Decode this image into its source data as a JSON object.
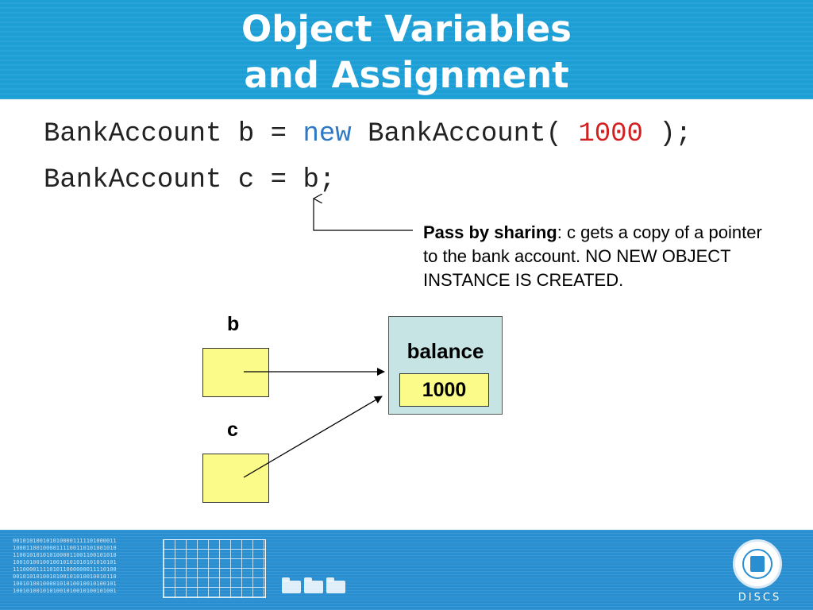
{
  "slide": {
    "title_line1": "Object Variables",
    "title_line2": "and Assignment"
  },
  "code": {
    "line1": {
      "prefix": "BankAccount b = ",
      "keyword": "new",
      "middle": " BankAccount( ",
      "number": "1000",
      "suffix": " );"
    },
    "line2": "BankAccount c = b;"
  },
  "note": {
    "bold": "Pass by sharing",
    "text": ": c gets a copy of a pointer to the bank account. NO NEW OBJECT INSTANCE IS CREATED."
  },
  "diagram": {
    "var_b": "b",
    "var_c": "c",
    "object_field": "balance",
    "object_value": "1000"
  },
  "footer": {
    "logo_text": "DISCS",
    "binary_lines": [
      "0010101001010100001111101000011",
      "1000110010000111100110101001010",
      "1100101010101000011001100101010",
      "1001010010010010101010101010101",
      "1110000111101011000000011110100",
      "0010101010010100101010010010110",
      "1001010010000101010010010100101",
      "1001010010101001010010100101001"
    ]
  },
  "colors": {
    "header_bg": "#1d9fd6",
    "keyword": "#2e78c4",
    "number": "#d22020",
    "var_box": "#fbfb8a",
    "object_box": "#c7e4e4",
    "footer_bg": "#2a8fd0"
  }
}
